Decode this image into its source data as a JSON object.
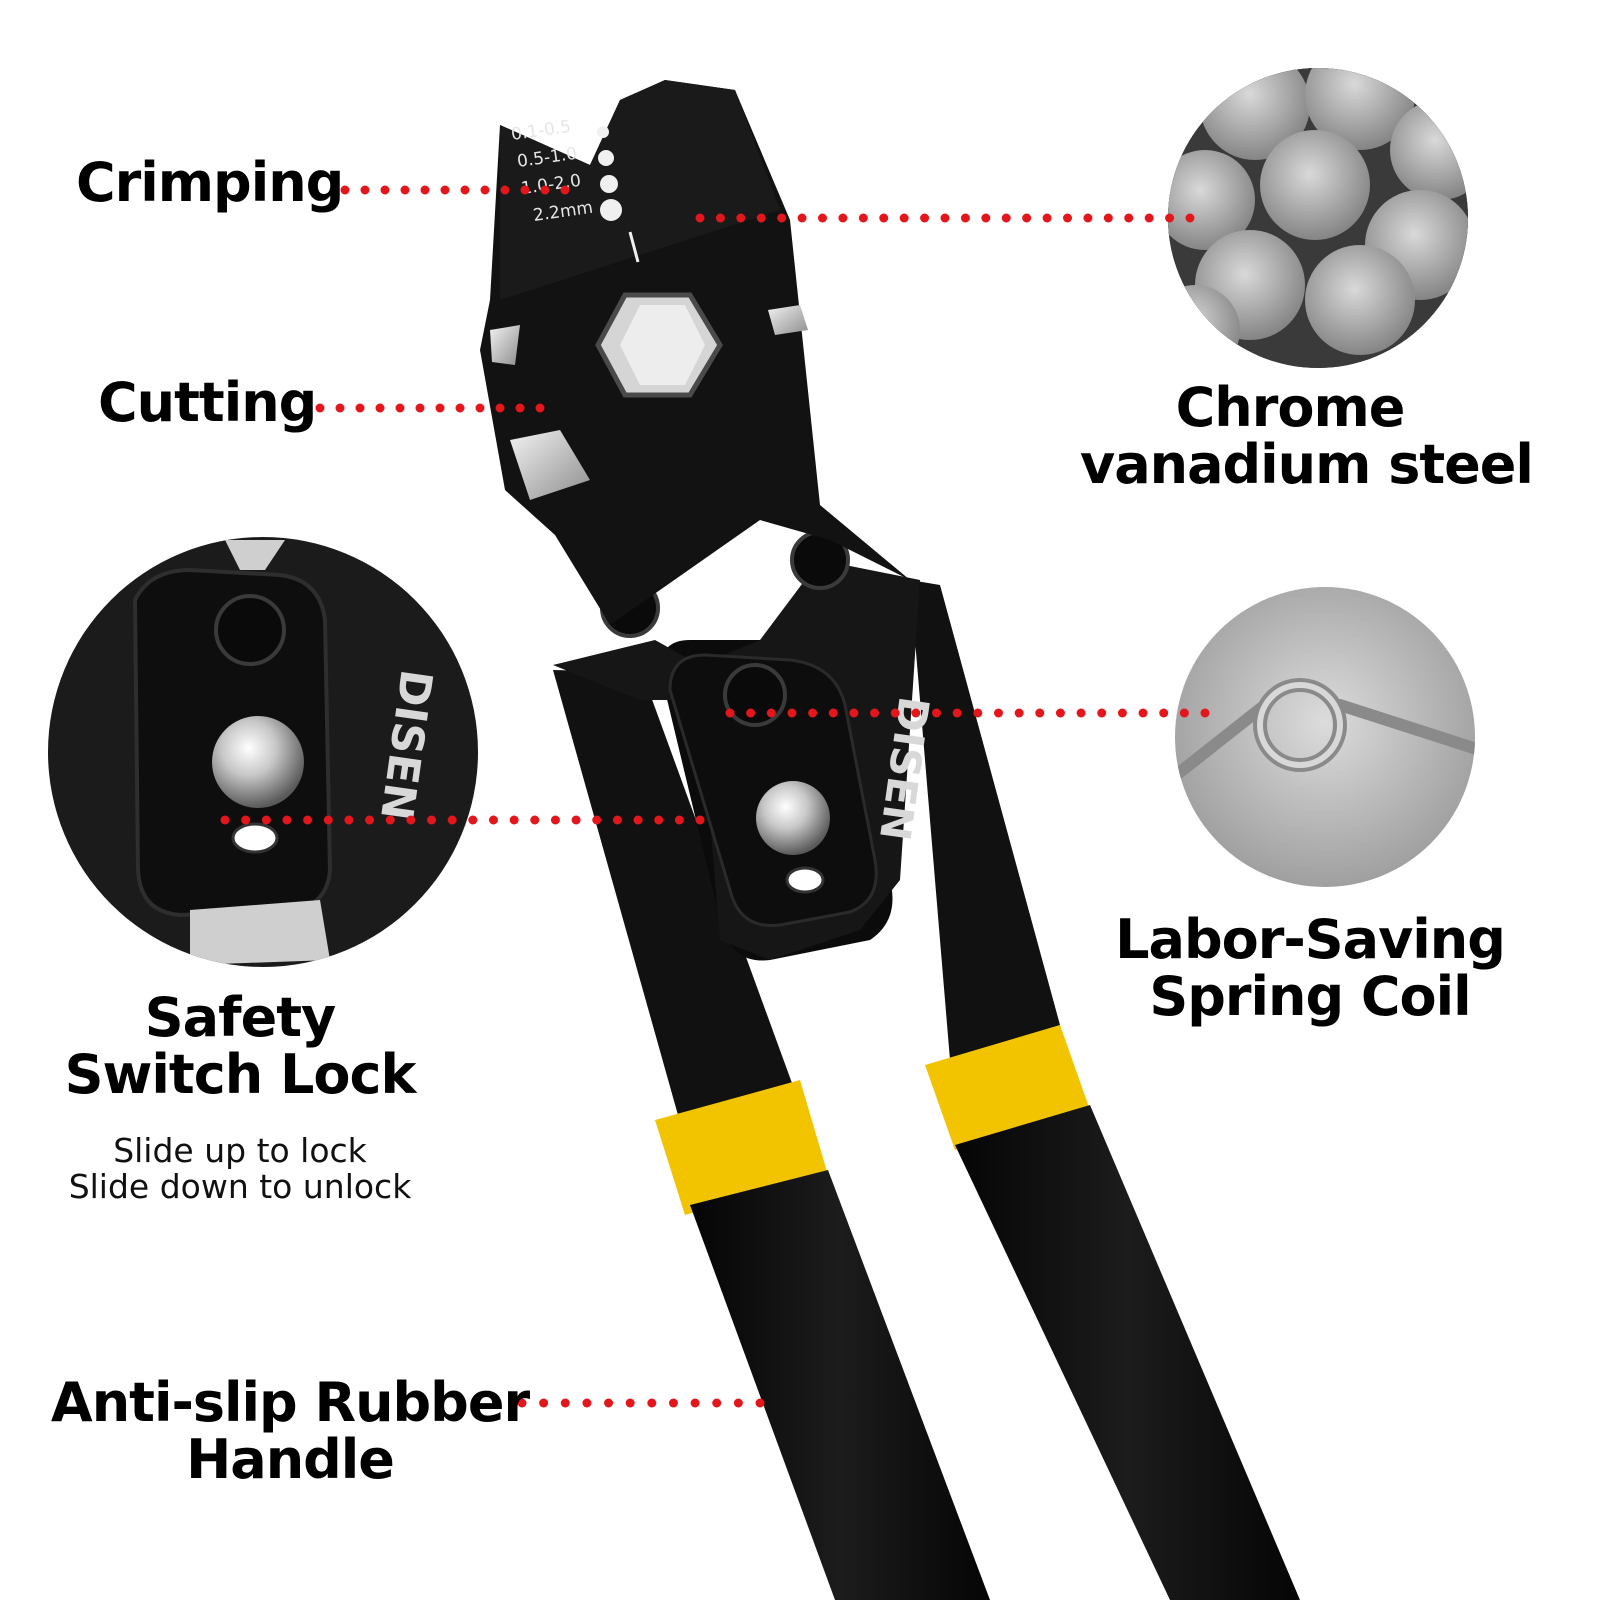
{
  "features": {
    "crimping": "Crimping",
    "cutting": "Cutting",
    "chrome_line1": "Chrome",
    "chrome_line2": "vanadium steel",
    "safety_line1": "Safety",
    "safety_line2": "Switch Lock",
    "safety_hint1": "Slide up to lock",
    "safety_hint2": "Slide down to unlock",
    "spring_line1": "Labor-Saving",
    "spring_line2": "Spring Coil",
    "handle_line1": "Anti-slip Rubber",
    "handle_line2": "Handle"
  },
  "jaw_sizes": [
    "0.1-0.5",
    "0.5-1.0",
    "1.0-2.0",
    "2.2mm"
  ],
  "brand": "DISEN",
  "colors": {
    "callout_dots": "#e3161b",
    "tool_black": "#101010",
    "grip_yellow": "#f2c400",
    "chrome": "#c9c9c9"
  },
  "icons": [
    "crimp-jaw-icon",
    "cutter-blade-icon",
    "steel-rods-icon",
    "safety-lock-icon",
    "spring-coil-icon",
    "rubber-handle-icon"
  ]
}
